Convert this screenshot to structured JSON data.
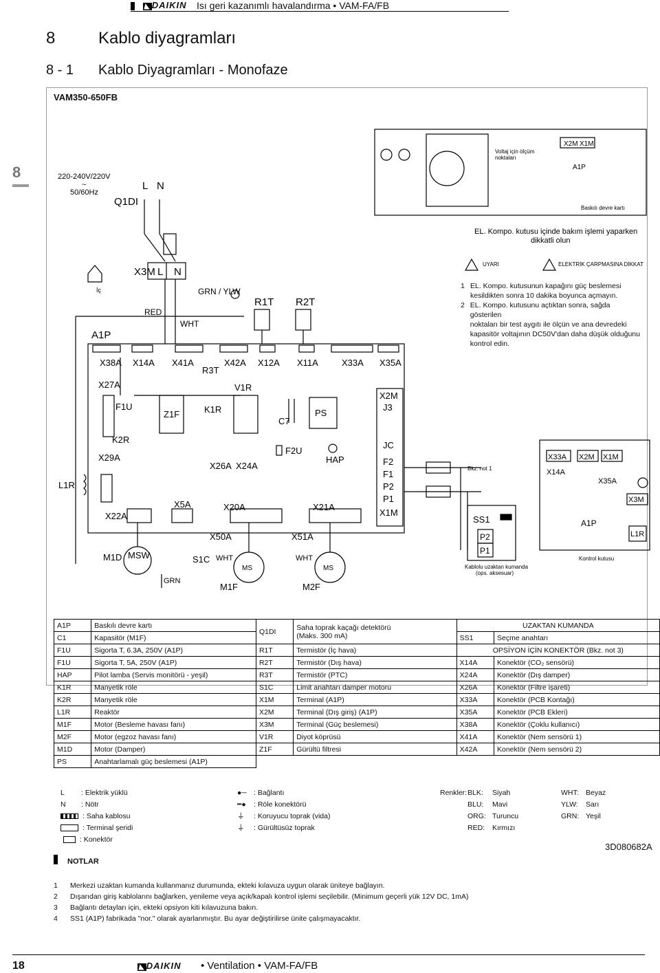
{
  "header": {
    "brand": "DAIKIN",
    "bullet": "•",
    "title": "Isı geri kazanımlı havalandırma • VAM-FA/FB"
  },
  "chapter": {
    "number": "8",
    "title": "Kablo diyagramları"
  },
  "section": {
    "number": "8 - 1",
    "title": "Kablo Diyagramları - Monofaze"
  },
  "side_tab": "8",
  "model": "VAM350-650FB",
  "supply": {
    "voltage": "220-240V/220V",
    "tilde": "~",
    "freq": "50/60Hz"
  },
  "diagram_labels": {
    "q1di": "Q1DI",
    "l": "L",
    "n": "N",
    "x3m": "X3M",
    "ic": "İç",
    "red": "RED",
    "wht": "WHT",
    "grn_ylw": "GRN / YLW",
    "r1t": "R1T",
    "r2t": "R2T",
    "a1p": "A1P",
    "x38a": "X38A",
    "x14a": "X14A",
    "x41a": "X41A",
    "x42a": "X42A",
    "x12a": "X12A",
    "x11a": "X11A",
    "x33a": "X33A",
    "x35a": "X35A",
    "r3t": "R3T",
    "x27a": "X27A",
    "f1u": "F1U",
    "z1f": "Z1F",
    "k1r": "K1R",
    "v1r": "V1R",
    "c7": "C7",
    "ps": "PS",
    "x2m": "X2M",
    "j3": "J3",
    "jc": "JC",
    "f2": "F2",
    "f1": "F1",
    "p2": "P2",
    "p1": "P1",
    "x1m": "X1M",
    "k2r": "K2R",
    "x29a": "X29A",
    "l1r": "L1R",
    "f2u": "F2U",
    "hap": "HAP",
    "x26a": "X26A",
    "x24a": "X24A",
    "x5a": "X5A",
    "x20a": "X20A",
    "x21a": "X21A",
    "x22a": "X22A",
    "x50a": "X50A",
    "x51a": "X51A",
    "m1d": "M1D",
    "msw": "MSW",
    "s1c": "S1C",
    "grn": "GRN",
    "ms": "MS",
    "m1f": "M1F",
    "m2f": "M2F",
    "bkz_not1": "Bkz. not 1",
    "ss1": "SS1",
    "remote_caption_1": "Kablolu uzaktan kumanda",
    "remote_caption_2": "(ops. aksesuar)",
    "ctrl_x33a": "X33A",
    "ctrl_x2m": "X2M",
    "ctrl_x1m": "X1M",
    "ctrl_x14a": "X14A",
    "ctrl_x35a": "X35A",
    "ctrl_x3m": "X3M",
    "ctrl_a1p": "A1P",
    "ctrl_l1r": "L1R",
    "control_box": "Kontrol kutusu"
  },
  "inset": {
    "voltage_points_1": "Voltaj için ölçüm",
    "voltage_points_2": "noktaları",
    "x2m": "X2M",
    "x1m": "X1M",
    "a1p": "A1P",
    "pcb_label": "Baskılı devre kartı",
    "caption_1": "EL. Kompo. kutusu içinde bakım işlemi yaparken",
    "caption_2": "dikkatli olun"
  },
  "warning": {
    "uyari": "UYARI",
    "shock": "ELEKTRİK ÇARPMASINA DİKKAT",
    "items": [
      {
        "num": "1",
        "lines": [
          "EL. Kompo. kutusunun kapağını güç beslemesi",
          "kesildikten sonra 10 dakika boyunca açmayın."
        ]
      },
      {
        "num": "2",
        "lines": [
          "EL. Kompo. kutusunu açtıktan sonra, sağda gösterilen",
          "noktaları bir test aygıtı ile ölçün ve ana devredeki",
          "kapasitör voltajının DC50V'dan daha düşük olduğunu",
          "kontrol edin."
        ]
      }
    ]
  },
  "parts_table": {
    "left": [
      [
        "A1P",
        "Baskılı devre kartı"
      ],
      [
        "C1",
        "Kapasitör (M1F)"
      ],
      [
        "F1U",
        "Sigorta T, 6.3A, 250V (A1P)"
      ],
      [
        "F1U",
        "Sigorta T, 5A, 250V (A1P)"
      ],
      [
        "HAP",
        "Pilot lamba (Servis monitörü - yeşil)"
      ],
      [
        "K1R",
        "Manyetik röle"
      ],
      [
        "K2R",
        "Manyetik röle"
      ],
      [
        "L1R",
        "Reaktör"
      ],
      [
        "M1F",
        "Motor (Besleme havası fanı)"
      ],
      [
        "M2F",
        "Motor (egzoz havası fanı)"
      ],
      [
        "M1D",
        "Motor (Damper)"
      ],
      [
        "PS",
        "Anahtarlamalı güç beslemesi (A1P)"
      ]
    ],
    "q1di_code": "Q1DI",
    "q1di_desc_1": "Saha toprak kaçağı detektörü",
    "q1di_desc_2": "(Maks. 300 mA)",
    "middle": [
      [
        "R1T",
        "Termistör (İç hava)"
      ],
      [
        "R2T",
        "Termistör (Dış hava)"
      ],
      [
        "R3T",
        "Termistör (PTC)"
      ],
      [
        "S1C",
        "Limit anahtarı damper motoru"
      ],
      [
        "X1M",
        "Terminal (A1P)"
      ],
      [
        "X2M",
        "Terminal (Dış giriş) (A1P)"
      ],
      [
        "X3M",
        "Terminal (Güç beslemesi)"
      ],
      [
        "V1R",
        "Diyot köprüsü"
      ],
      [
        "Z1F",
        "Gürültü filtresi"
      ]
    ],
    "remote_header": "UZAKTAN KUMANDA",
    "ss1": [
      "SS1",
      "Seçme anahtarı"
    ],
    "option_header": "OPSİYON İÇİN KONEKTÖR (Bkz. not 3)",
    "right": [
      [
        "X14A",
        "Konektör (CO₂ sensörü)"
      ],
      [
        "X24A",
        "Konektör (Dış damper)"
      ],
      [
        "X26A",
        "Konektör (Filtre işareti)"
      ],
      [
        "X33A",
        "Konektör (PCB Kontağı)"
      ],
      [
        "X35A",
        "Konektör (PCB Ekleri)"
      ],
      [
        "X38A",
        "Konektör (Çoklu kullanıcı)"
      ],
      [
        "X41A",
        "Konektör (Nem sensörü 1)"
      ],
      [
        "X42A",
        "Konektör (Nem sensörü 2)"
      ]
    ]
  },
  "legend": {
    "symbols_left": [
      [
        "L",
        ": Elektrik yüklü"
      ],
      [
        "N",
        ": Nötr"
      ],
      [
        "",
        ": Saha kablosu"
      ],
      [
        "",
        ": Terminal şeridi"
      ],
      [
        "",
        ": Konektör"
      ]
    ],
    "symbols_mid": [
      ": Bağlantı",
      ": Röle konektörü",
      ": Koruyucu toprak (vida)",
      ": Gürültüsüz toprak"
    ],
    "colors_label": "Renkler:",
    "colors_1": [
      [
        "BLK:",
        "Siyah"
      ],
      [
        "BLU:",
        "Mavi"
      ],
      [
        "ORG:",
        "Turuncu"
      ],
      [
        "RED:",
        "Kırmızı"
      ]
    ],
    "colors_2": [
      [
        "WHT:",
        "Beyaz"
      ],
      [
        "YLW:",
        "Sarı"
      ],
      [
        "GRN:",
        "Yeşil"
      ]
    ]
  },
  "doc_code": "3D080682A",
  "notes": {
    "title": "NOTLAR",
    "items": [
      [
        "1",
        "Merkezi uzaktan kumanda kullanmanız durumunda, ekteki kılavuza uygun olarak üniteye bağlayın."
      ],
      [
        "2",
        "Dışarıdan giriş kablolarını bağlarken, yenileme veya açık/kapalı kontrol işlemi seçilebilir. (Minimum geçerli yük 12V DC, 1mA)"
      ],
      [
        "3",
        "Bağlantı detayları için, ekteki opsiyon kiti kılavuzuna bakın."
      ],
      [
        "4",
        "SS1 (A1P) fabrikada \"nor.\" olarak ayarlanmıştır. Bu ayar değiştirilirse ünite çalışmayacaktır."
      ]
    ]
  },
  "footer": {
    "page": "18",
    "brand": "DAIKIN",
    "text": "• Ventilation • VAM-FA/FB"
  }
}
